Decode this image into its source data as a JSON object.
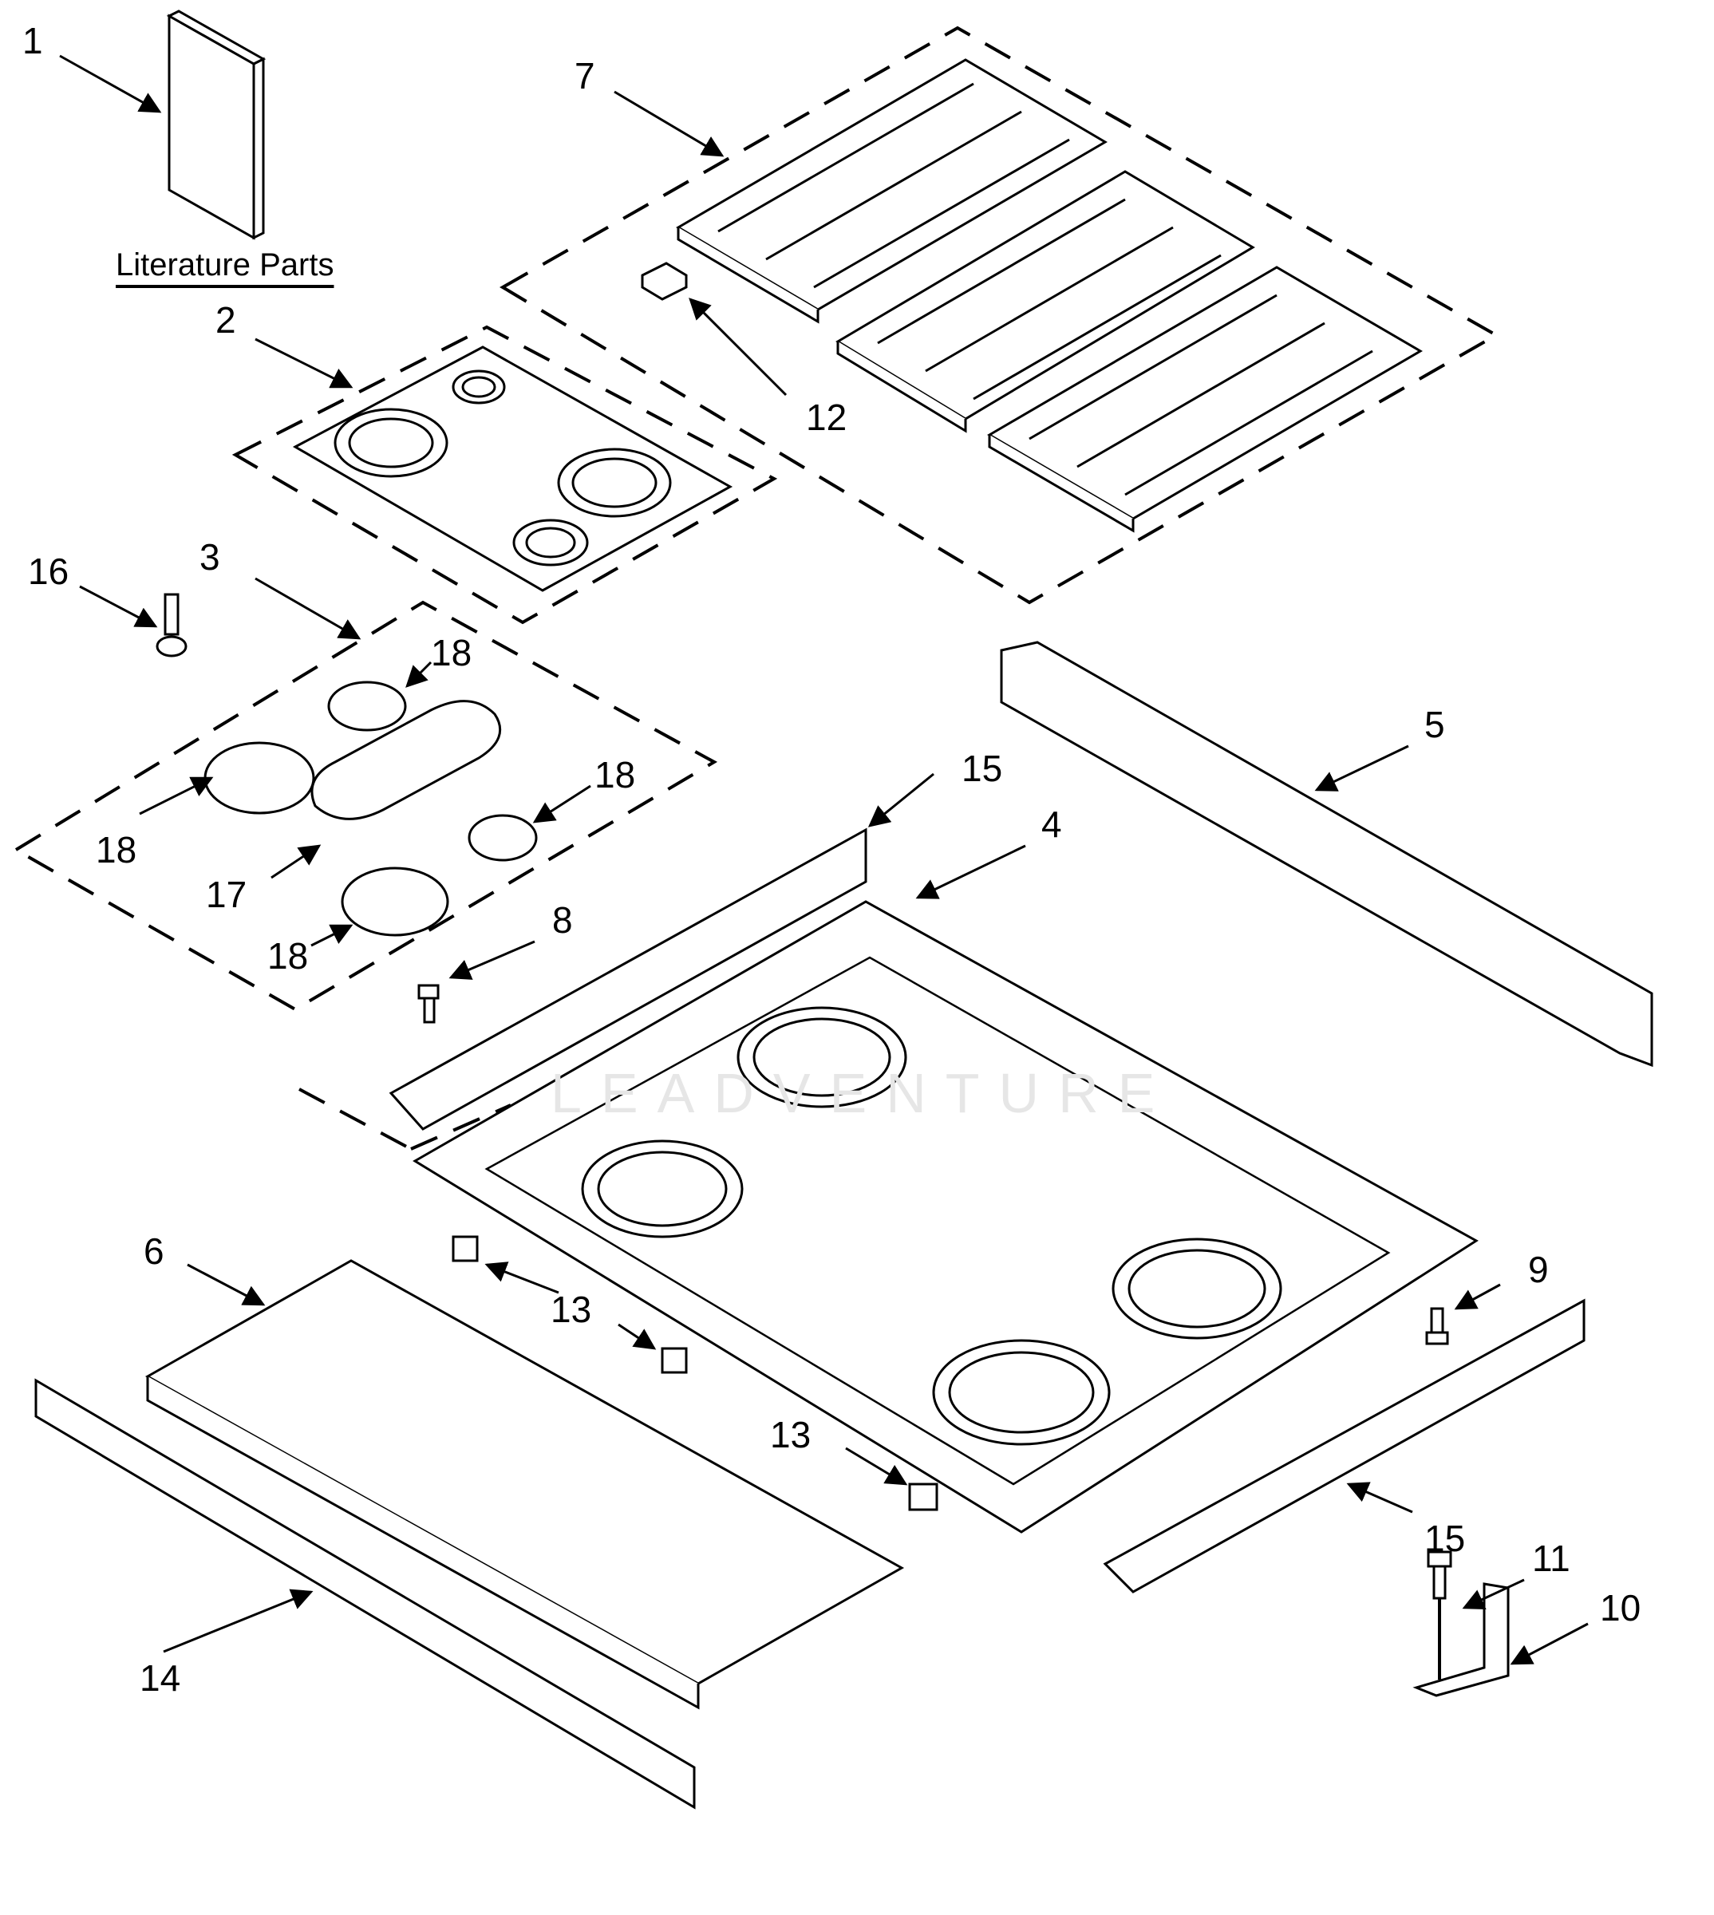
{
  "diagram": {
    "literature_label": "Literature Parts",
    "watermark": "LEADVENTURE",
    "callouts": [
      "1",
      "2",
      "3",
      "4",
      "5",
      "6",
      "7",
      "8",
      "9",
      "10",
      "11",
      "12",
      "13",
      "13",
      "14",
      "15",
      "15",
      "16",
      "17",
      "18",
      "18",
      "18",
      "18"
    ]
  },
  "colors": {
    "line": "#000000",
    "fill": "#ffffff",
    "watermark": "#e6e6e6"
  }
}
